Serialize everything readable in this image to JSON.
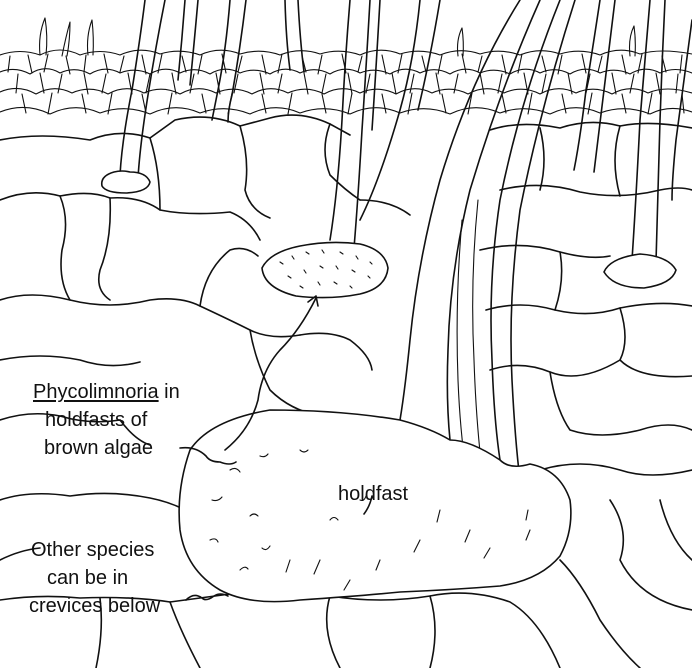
{
  "labels": {
    "phycolimnoria_name": "Phycolimnoria",
    "phycolimnoria_suffix": " in",
    "phycolimnoria_line2": "holdfasts of",
    "phycolimnoria_line3": "brown algae",
    "holdfast": "holdfast",
    "other_line1": "Other species",
    "other_line2": "can be in",
    "other_line3": "crevices below"
  }
}
